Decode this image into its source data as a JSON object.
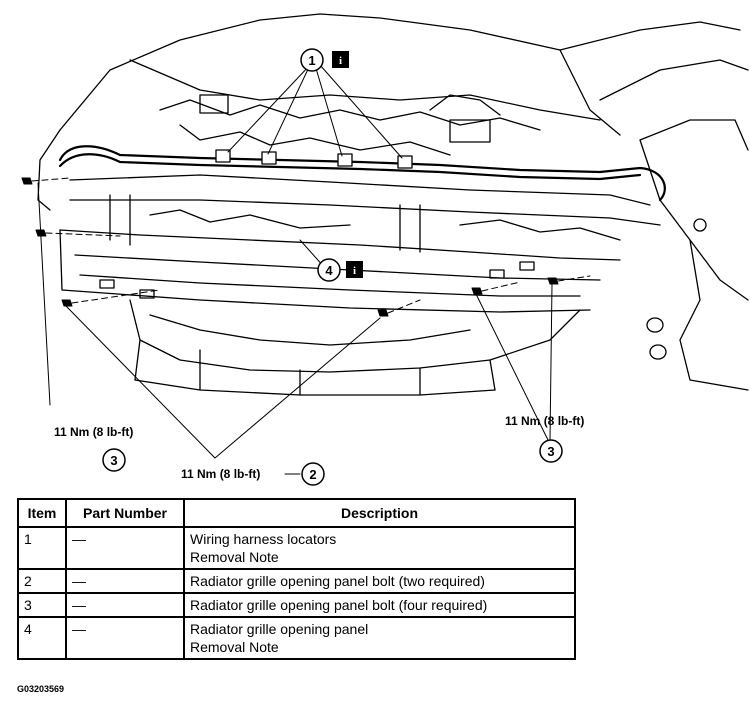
{
  "callouts": [
    {
      "number": "1",
      "info": "i"
    },
    {
      "number": "4",
      "info": "i"
    },
    {
      "number": "3",
      "torque": "11 Nm (8 lb-ft)"
    },
    {
      "number": "2",
      "torque": "11 Nm (8 lb-ft)"
    },
    {
      "number": "3",
      "torque": "11 Nm (8 lb-ft)"
    }
  ],
  "table": {
    "headers": [
      "Item",
      "Part Number",
      "Description"
    ],
    "rows": [
      {
        "item": "1",
        "part": "—",
        "desc": [
          "Wiring harness locators",
          "Removal Note"
        ]
      },
      {
        "item": "2",
        "part": "—",
        "desc": [
          "Radiator grille opening panel bolt (two required)"
        ]
      },
      {
        "item": "3",
        "part": "—",
        "desc": [
          "Radiator grille opening panel bolt (four required)"
        ]
      },
      {
        "item": "4",
        "part": "—",
        "desc": [
          "Radiator grille opening panel",
          "Removal Note"
        ]
      }
    ]
  },
  "figure_code": "G03203569"
}
